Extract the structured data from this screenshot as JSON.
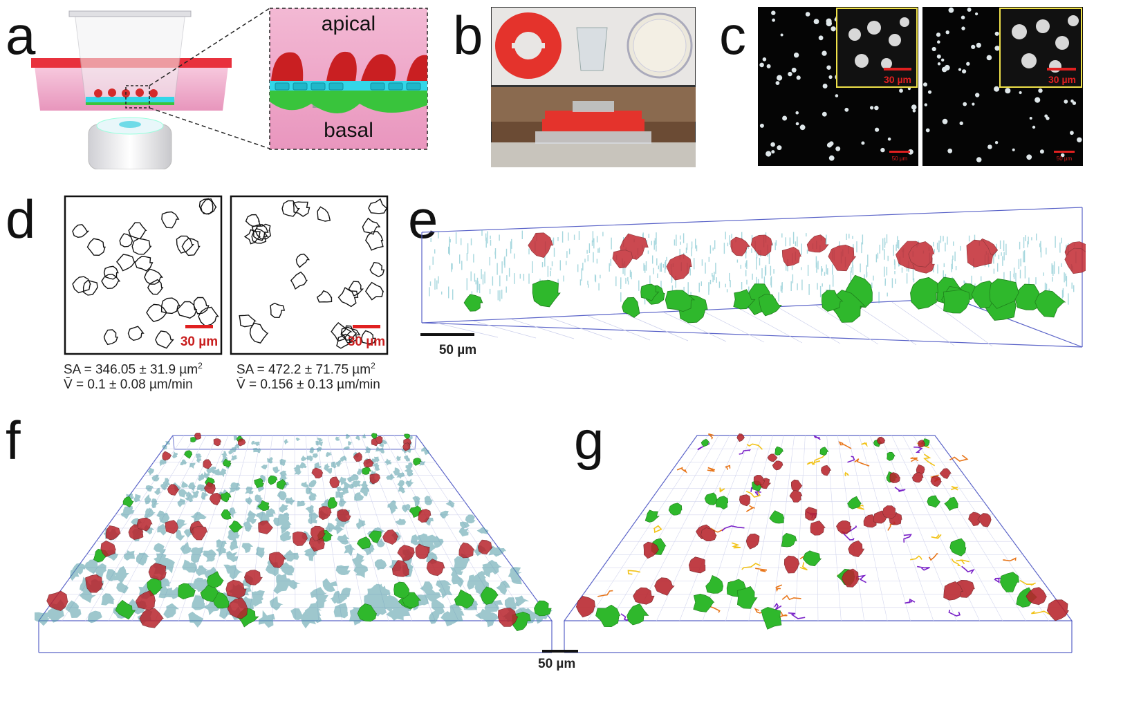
{
  "panels": {
    "a": {
      "letter": "a",
      "apical_label": "apical",
      "basal_label": "basal",
      "colors": {
        "medium": "#f0a6c8",
        "plate": "#e8313d",
        "cells": "#d42b2b",
        "membrane": "#33d6e8",
        "green": "#39c43c"
      }
    },
    "b": {
      "letter": "b"
    },
    "c": {
      "letter": "c",
      "left": {
        "inset_scale": "30 µm",
        "scale": "50 µm"
      },
      "right": {
        "inset_scale": "30 µm",
        "scale": "50 µm"
      }
    },
    "d": {
      "letter": "d",
      "left": {
        "scale": "30 µm",
        "sa_text": "SA = 346.05 ± 31.9 µm",
        "sa_exp": "2",
        "v_text": "V̄ = 0.1 ± 0.08 µm/min"
      },
      "right": {
        "scale": "30 µm",
        "sa_text": "SA = 472.2 ± 71.75 µm",
        "sa_exp": "2",
        "v_text": "V̄ = 0.156 ± 0.13 µm/min"
      }
    },
    "e": {
      "letter": "e",
      "scale": "50 µm"
    },
    "f": {
      "letter": "f"
    },
    "g": {
      "letter": "g"
    },
    "fg_scale": "50 µm"
  }
}
